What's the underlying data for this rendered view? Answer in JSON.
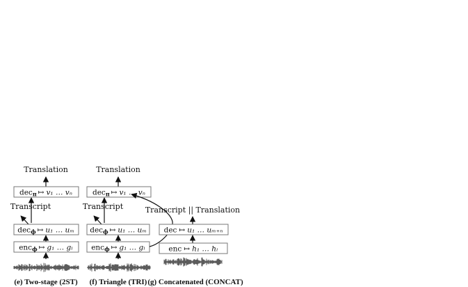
{
  "panels": [
    {
      "id": "e",
      "top_label": "Translation",
      "side_label": "Transcript",
      "boxes": [
        {
          "fn": "dec",
          "sub": "π",
          "arrow": "↦",
          "seq": "v₁ … vₙ"
        },
        {
          "fn": "dec",
          "sub": "ϕ",
          "arrow": "↦",
          "seq": "u₁ … uₘ"
        },
        {
          "fn": "enc",
          "sub": "ϕ",
          "arrow": "↦",
          "seq": "g₁ … gₗ"
        }
      ],
      "caption": "(e) Two-stage (2ST)"
    },
    {
      "id": "f",
      "top_label": "Translation",
      "side_label": "Transcript",
      "boxes": [
        {
          "fn": "dec",
          "sub": "π",
          "arrow": "↦",
          "seq": "v₁ … vₙ"
        },
        {
          "fn": "dec",
          "sub": "ϕ",
          "arrow": "↦",
          "seq": "u₁ … uₘ"
        },
        {
          "fn": "enc",
          "sub": "ϕ",
          "arrow": "↦",
          "seq": "g₁ … gₗ"
        }
      ],
      "caption": "(f) Triangle (TRI)"
    },
    {
      "id": "g",
      "top_label": "Transcript || Translation",
      "boxes": [
        {
          "fn": "dec",
          "sub": "",
          "arrow": "↦",
          "seq": "u₁ … uₘ₊ₙ"
        },
        {
          "fn": "enc",
          "sub": "",
          "arrow": "↦",
          "seq": "h₁ … hₗ"
        }
      ],
      "caption": "(g) Concatenated (CONCAT)"
    }
  ],
  "colors": {
    "box_border": "#777777",
    "ink": "#111111"
  }
}
